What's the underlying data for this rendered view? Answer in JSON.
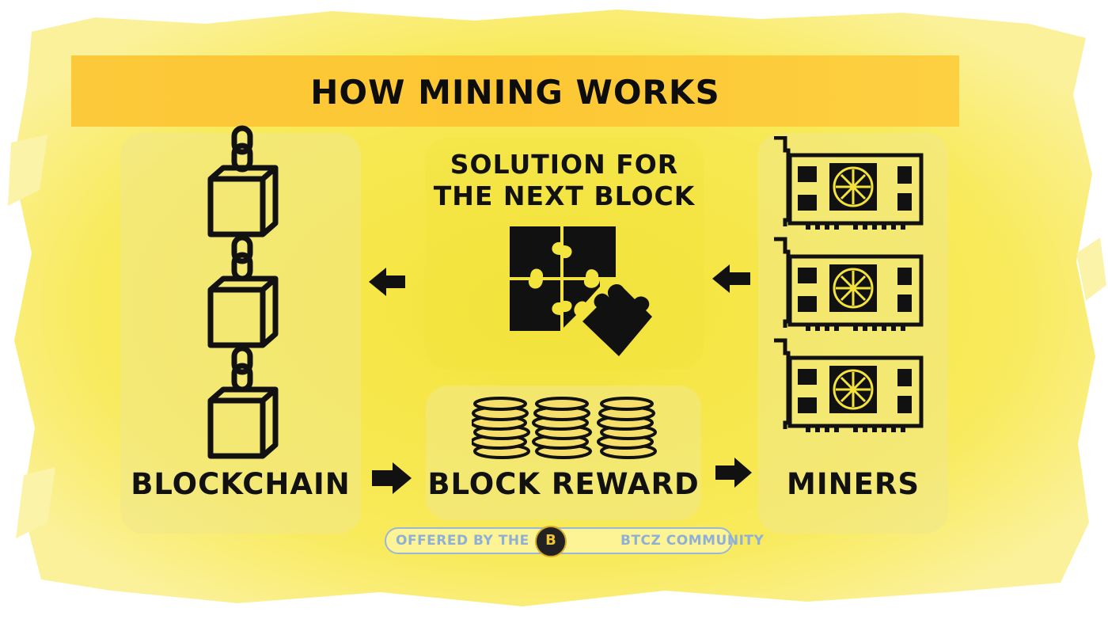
{
  "title": "HOW MINING WORKS",
  "nodes": {
    "blockchain": "BLOCKCHAIN",
    "solution": "SOLUTION FOR THE NEXT BLOCK",
    "reward": "BLOCK REWARD",
    "miners": "MINERS"
  },
  "footer": {
    "left": "OFFERED BY THE",
    "right": "BTCZ COMMUNITY",
    "logo_text": "B"
  },
  "colors": {
    "title_bar": "#fdc733",
    "background": "#f7e649",
    "ink": "#111111",
    "footer_text": "#8fb0d6"
  }
}
